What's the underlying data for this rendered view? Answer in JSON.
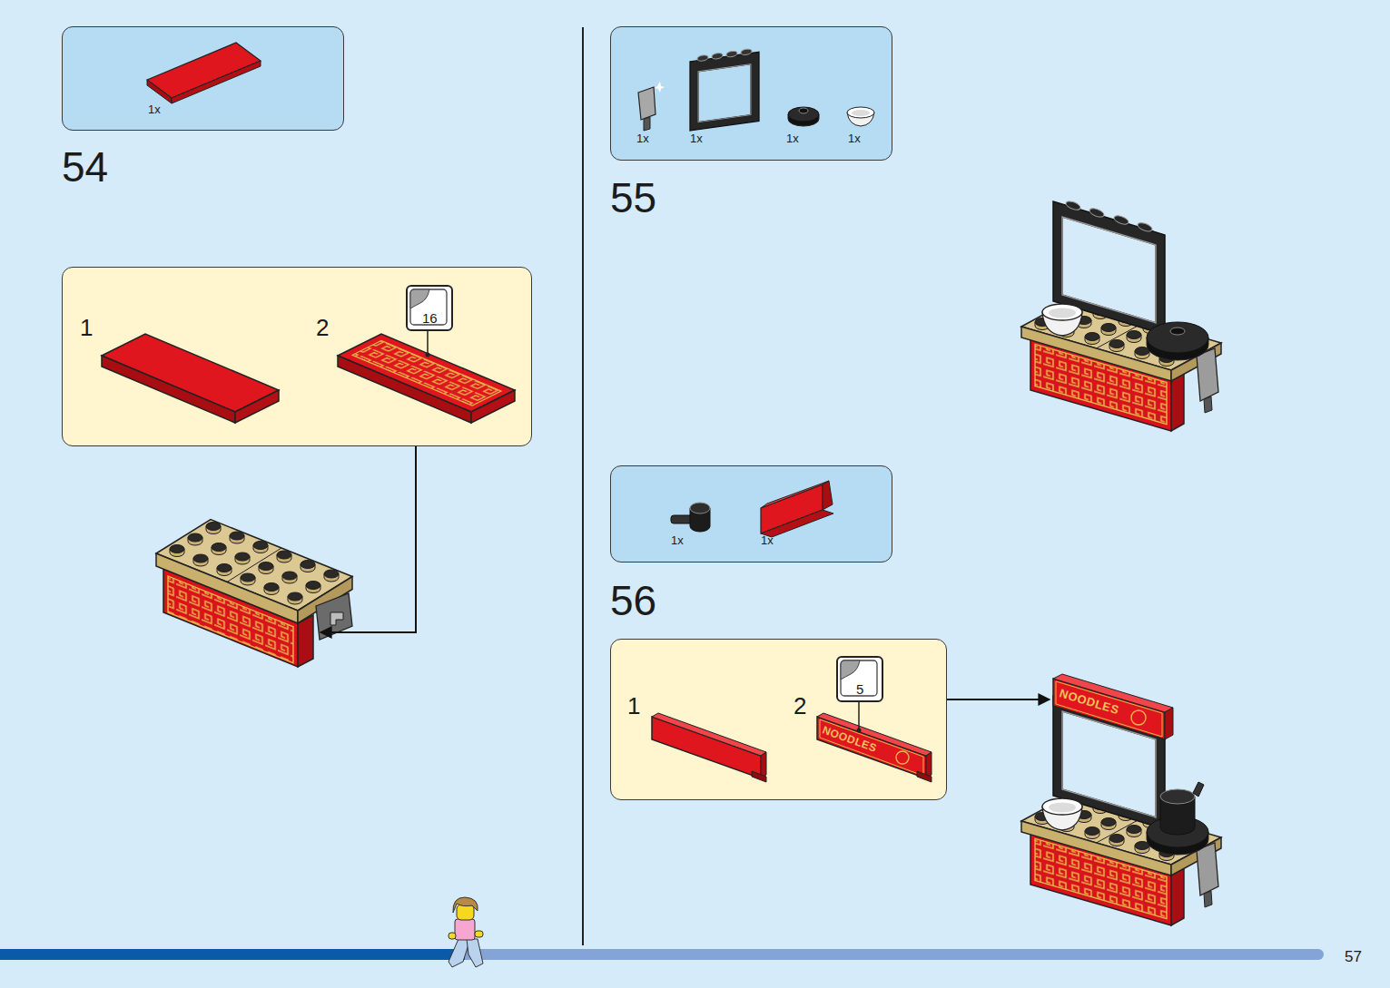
{
  "diagram": {
    "nodes": [
      {
        "text": [
          "1x"
        ]
      },
      {
        "text": [
          "1",
          "2"
        ]
      },
      {
        "text": [
          "16"
        ],
        "in": 1
      },
      {
        "text": [
          "1x",
          "1x",
          "1x",
          "1x"
        ]
      },
      {
        "text": [
          "1x",
          "1x"
        ]
      },
      {
        "text": [
          "1",
          "2"
        ]
      },
      {
        "text": [
          "5"
        ],
        "in": 5
      }
    ],
    "labels": [
      "54",
      "55",
      "56",
      "NOODLES",
      "NOODLES",
      "57"
    ]
  }
}
